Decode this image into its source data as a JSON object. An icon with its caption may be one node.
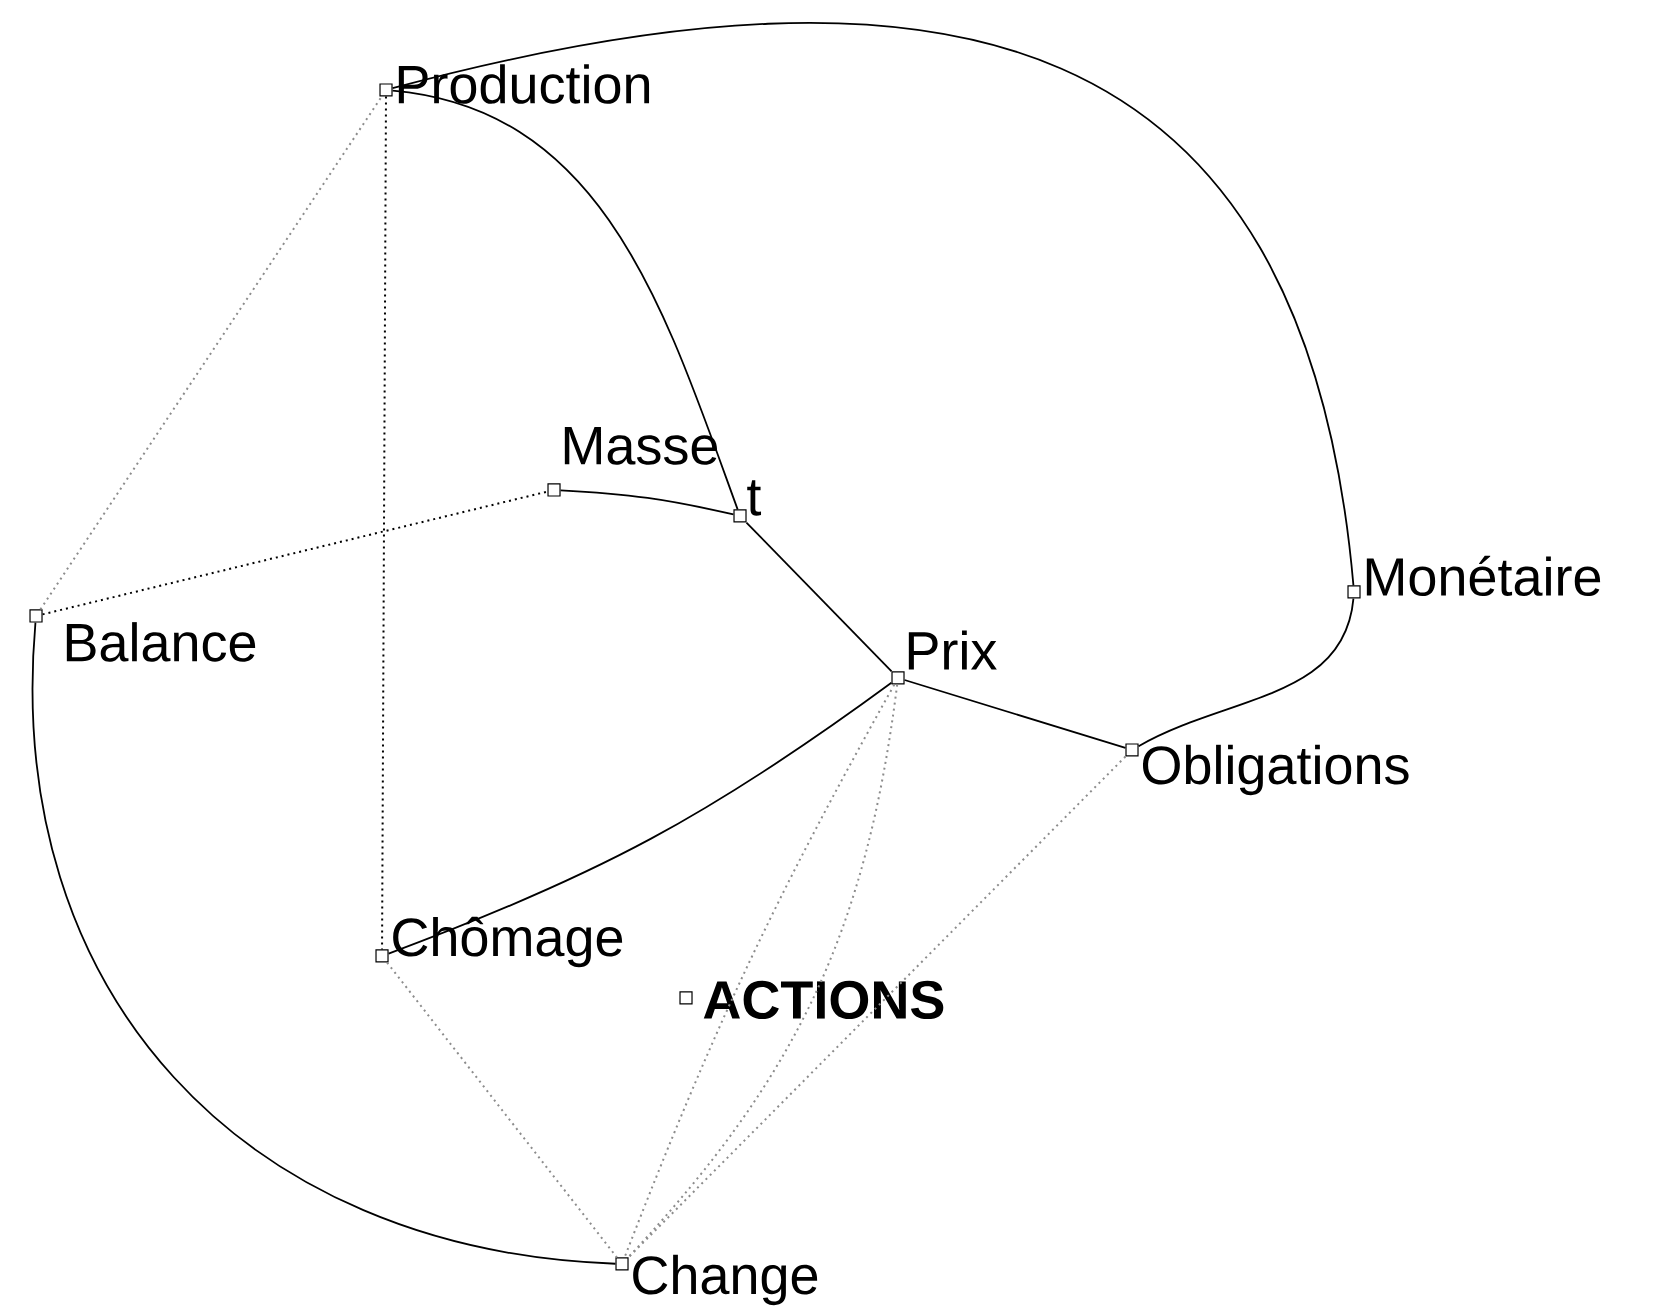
{
  "diagram": {
    "nodes": [
      {
        "text": [
          "Production"
        ]
      },
      {
        "text": [
          "Masse"
        ]
      },
      {
        "text": [
          "t"
        ]
      },
      {
        "text": [
          "Balance"
        ]
      },
      {
        "text": [
          "Monétaire"
        ]
      },
      {
        "text": [
          "Prix"
        ]
      },
      {
        "text": [
          "Obligations"
        ]
      },
      {
        "text": [
          "Chômage"
        ]
      },
      {
        "text": [
          "ACTIONS"
        ]
      },
      {
        "text": [
          "Change"
        ]
      }
    ],
    "edges": [
      {
        "from": 0,
        "to": 4,
        "arrow": "none"
      },
      {
        "from": 0,
        "to": 2,
        "arrow": "none"
      },
      {
        "from": 1,
        "to": 2,
        "arrow": "none"
      },
      {
        "from": 2,
        "to": 5,
        "arrow": "none"
      },
      {
        "from": 5,
        "to": 6,
        "arrow": "none"
      },
      {
        "from": 6,
        "to": 4,
        "arrow": "none"
      },
      {
        "from": 7,
        "to": 5,
        "arrow": "none"
      },
      {
        "from": 3,
        "to": 9,
        "arrow": "none"
      },
      {
        "from": 0,
        "to": 7,
        "arrow": "none",
        "style": "dashed"
      },
      {
        "from": 3,
        "to": 1,
        "arrow": "none",
        "style": "dashed"
      },
      {
        "from": 3,
        "to": 0,
        "arrow": "none",
        "style": "dashed",
        "color": "#8c8c8c"
      },
      {
        "from": 7,
        "to": 9,
        "arrow": "none",
        "style": "dashed",
        "color": "#8c8c8c"
      },
      {
        "from": 5,
        "to": 9,
        "arrow": "none",
        "style": "dashed",
        "color": "#8c8c8c"
      },
      {
        "from": 5,
        "to": 9,
        "arrow": "none",
        "style": "dashed",
        "color": "#8c8c8c"
      },
      {
        "from": 6,
        "to": 9,
        "arrow": "none",
        "style": "dashed",
        "color": "#8c8c8c"
      }
    ]
  }
}
